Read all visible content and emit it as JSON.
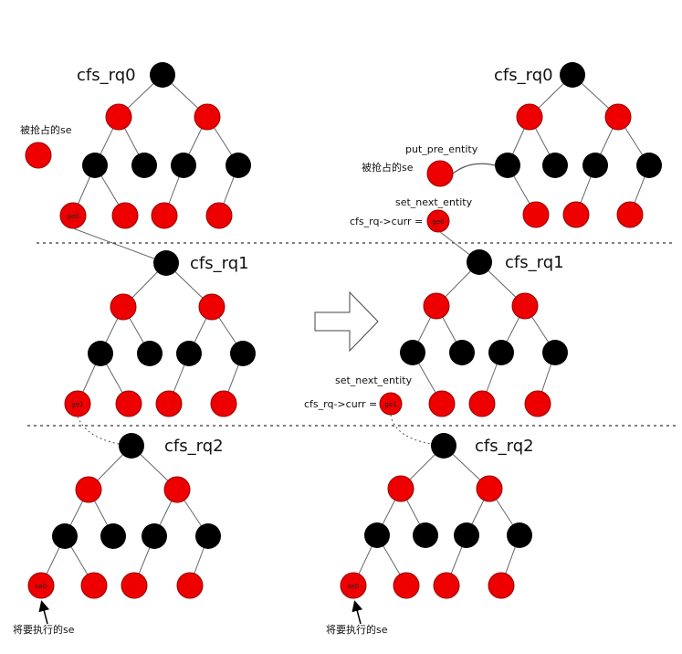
{
  "left_panel": {
    "rq0_title": "cfs_rq0",
    "rq1_title": "cfs_rq1",
    "rq2_title": "cfs_rq2",
    "preempted_label": "被抢占的se",
    "rq0_leaf_se": "ge0",
    "rq1_leaf_se": "ge1",
    "rq2_leaf_se": "se0",
    "to_run_label": "将要执行的se"
  },
  "right_panel": {
    "rq0_title": "cfs_rq0",
    "rq1_title": "cfs_rq1",
    "rq2_title": "cfs_rq2",
    "put_pre_entity": "put_pre_entity",
    "preempted_label": "被抢占的se",
    "set_next_entity_top": "set_next_entity",
    "curr_top": "cfs_rq->curr =",
    "curr_top_se": "ge0",
    "set_next_entity_mid": "set_next_entity",
    "curr_mid": "cfs_rq->curr =",
    "curr_mid_se": "ge1",
    "rq2_leaf_se": "se0",
    "to_run_label": "将要执行的se"
  },
  "colors": {
    "red_node": "#ee0000",
    "black_node": "#000000"
  }
}
